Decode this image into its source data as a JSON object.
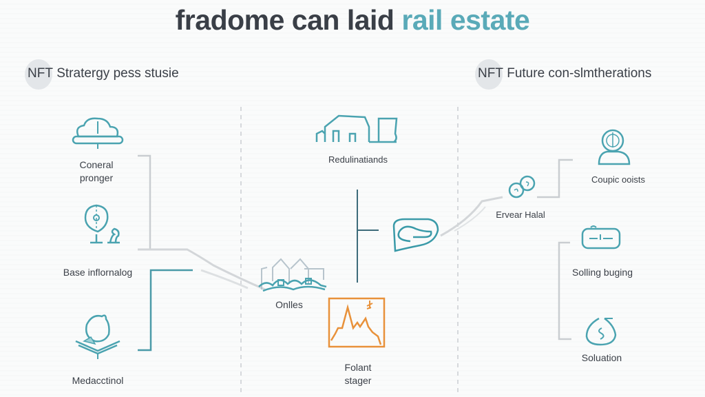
{
  "title": {
    "dark": "fradome can laid",
    "accent": "rail estate"
  },
  "colors": {
    "teal": "#4aa3b0",
    "dark_teal": "#3d6b7a",
    "orange": "#e8913a",
    "gray_line": "#c9cdd1",
    "text": "#3a3f47"
  },
  "left_column": {
    "header": {
      "badge": "NFT",
      "text": "Stratergy pess stusie"
    },
    "items": [
      {
        "label_line1": "Coneral",
        "label_line2": "pronger",
        "icon": "cloud-icon"
      },
      {
        "label": "Base inflornalog",
        "icon": "lightbulb-icon"
      },
      {
        "label": "Medacctinol",
        "icon": "person-book-icon"
      }
    ]
  },
  "center_column": {
    "items": [
      {
        "label": "Redulinatiands",
        "icon": "houses-icon"
      },
      {
        "label": "",
        "icon": "speech-bubble-icon"
      },
      {
        "label": "Onlles",
        "icon": "neighborhood-icon"
      },
      {
        "label_line1": "Folant",
        "label_line2": "stager",
        "icon": "chart-icon"
      }
    ]
  },
  "right_column": {
    "header": {
      "badge": "NFT",
      "text": "Future con-slmtherations"
    },
    "items": [
      {
        "label": "Ervear Halal",
        "icon": "coins-icon"
      },
      {
        "label": "Coupic ooists",
        "icon": "user-target-icon"
      },
      {
        "label": "Solling buging",
        "icon": "wallet-icon"
      },
      {
        "label": "Soluation",
        "icon": "money-bag-icon"
      }
    ]
  }
}
